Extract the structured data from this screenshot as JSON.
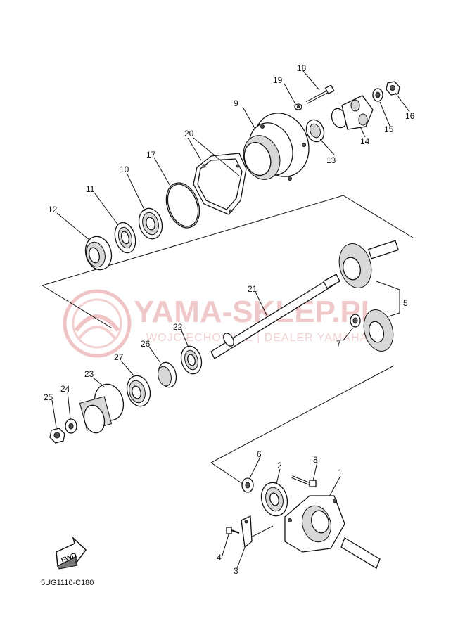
{
  "watermark": {
    "title": "YAMA-SKLEP.PL",
    "subtitle": "WOJCIECHOWICZ | DEALER YAMAHA"
  },
  "diagram_code": "5UG1110-C180",
  "fwd_label": "FWD",
  "callouts": {
    "c1": "1",
    "c2": "2",
    "c3": "3",
    "c4": "4",
    "c5": "5",
    "c6": "6",
    "c7": "7",
    "c8": "8",
    "c9": "9",
    "c10": "10",
    "c11": "11",
    "c12": "12",
    "c13": "13",
    "c14": "14",
    "c15": "15",
    "c16": "16",
    "c17": "17",
    "c18": "18",
    "c19": "19",
    "c20": "20",
    "c21": "21",
    "c22": "22",
    "c23": "23",
    "c24": "24",
    "c25": "25",
    "c26": "26",
    "c27": "27"
  }
}
